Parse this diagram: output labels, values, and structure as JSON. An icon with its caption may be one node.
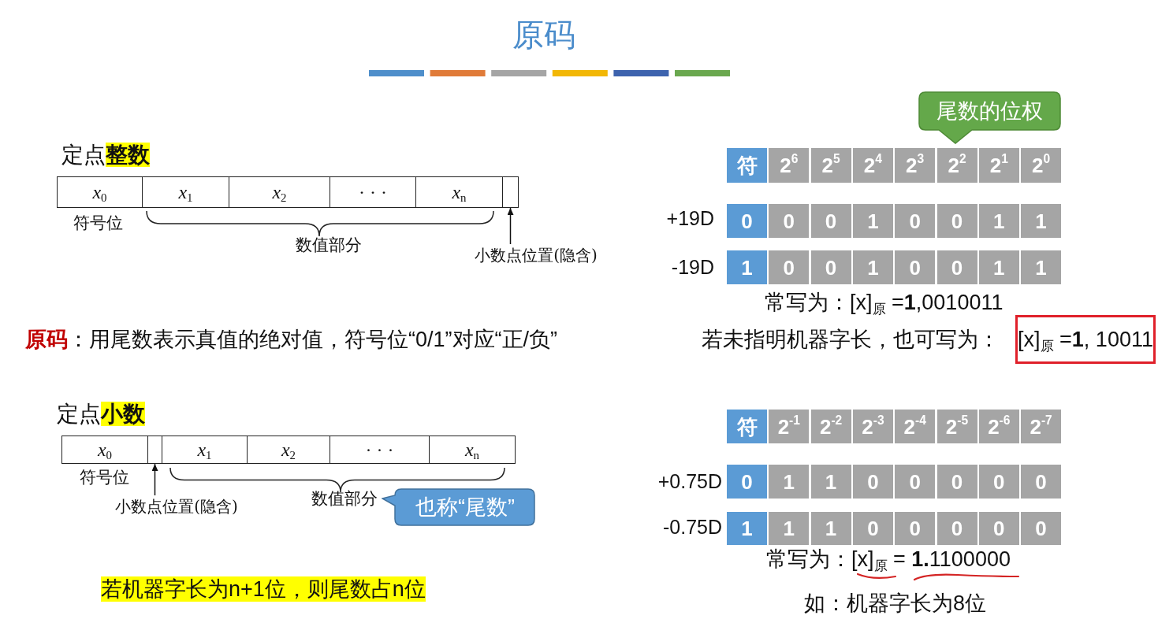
{
  "diagram": {
    "title": "原码",
    "nodes": [
      {
        "text": [
          "*x*$_{0}$"
        ],
        "beside": [
          "符号位"
        ]
      },
      {
        "text": [
          "*x*$_{1}$"
        ]
      },
      {
        "text": [
          "*x*$_{2}$"
        ]
      },
      {
        "text": [
          "· · ·"
        ]
      },
      {
        "text": [
          "*x*$_{n}$"
        ]
      },
      {
        "text": [],
        "shape": "box"
      },
      {
        "text": [
          "小数点位置(隐含)"
        ]
      },
      {
        "text": [
          "尾数的位权"
        ]
      },
      {
        "text": [
          "符"
        ]
      },
      {
        "text": [
          "2$^{6}$"
        ]
      },
      {
        "text": [
          "2$^{5}$"
        ]
      },
      {
        "text": [
          "2$^{4}$"
        ]
      },
      {
        "text": [
          "2$^{3}$"
        ]
      },
      {
        "text": [
          "2$^{2}$"
        ]
      },
      {
        "text": [
          "2$^{1}$"
        ]
      },
      {
        "text": [
          "2$^{0}$"
        ]
      },
      {
        "text": [
          "0"
        ]
      },
      {
        "text": [
          "0"
        ]
      },
      {
        "text": [
          "0"
        ]
      },
      {
        "text": [
          "1"
        ]
      },
      {
        "text": [
          "0"
        ]
      },
      {
        "text": [
          "0"
        ]
      },
      {
        "text": [
          "1"
        ]
      },
      {
        "text": [
          "1"
        ]
      },
      {
        "text": [
          "1"
        ]
      },
      {
        "text": [
          "0"
        ]
      },
      {
        "text": [
          "0"
        ]
      },
      {
        "text": [
          "1"
        ]
      },
      {
        "text": [
          "0"
        ]
      },
      {
        "text": [
          "0"
        ]
      },
      {
        "text": [
          "1"
        ]
      },
      {
        "text": [
          "1"
        ]
      },
      {
        "text": [
          "[x]$_{原}$ =**1**, 10011"
        ]
      },
      {
        "text": [
          "*x*$_{0}$"
        ],
        "beside": [
          "符号位"
        ]
      },
      {
        "text": [],
        "shape": "box"
      },
      {
        "text": [
          "*x*$_{1}$"
        ]
      },
      {
        "text": [
          "*x*$_{2}$"
        ]
      },
      {
        "text": [
          "· · ·"
        ]
      },
      {
        "text": [
          "*x*$_{n}$"
        ]
      },
      {
        "text": [
          "小数点位置(隐含)"
        ]
      },
      {
        "text": [
          "也称“尾数”"
        ]
      },
      {
        "text": [
          "符"
        ]
      },
      {
        "text": [
          "2$^{-1}$"
        ]
      },
      {
        "text": [
          "2$^{-2}$"
        ]
      },
      {
        "text": [
          "2$^{-3}$"
        ]
      },
      {
        "text": [
          "2$^{-4}$"
        ]
      },
      {
        "text": [
          "2$^{-5}$"
        ]
      },
      {
        "text": [
          "2$^{-6}$"
        ]
      },
      {
        "text": [
          "2$^{-7}$"
        ]
      },
      {
        "text": [
          "0"
        ]
      },
      {
        "text": [
          "1"
        ]
      },
      {
        "text": [
          "1"
        ]
      },
      {
        "text": [
          "0"
        ]
      },
      {
        "text": [
          "0"
        ]
      },
      {
        "text": [
          "0"
        ]
      },
      {
        "text": [
          "0"
        ]
      },
      {
        "text": [
          "0"
        ]
      },
      {
        "text": [
          "1"
        ]
      },
      {
        "text": [
          "1"
        ]
      },
      {
        "text": [
          "1"
        ]
      },
      {
        "text": [
          "0"
        ]
      },
      {
        "text": [
          "0"
        ]
      },
      {
        "text": [
          "0"
        ]
      },
      {
        "text": [
          "0"
        ]
      },
      {
        "text": [
          "0"
        ]
      }
    ],
    "edges": [
      {
        "from": 6,
        "to": 5,
        "arrow": "to"
      },
      {
        "from": 39,
        "to": 34,
        "arrow": "to"
      }
    ],
    "labels": [
      "定点**整数**",
      "+19D",
      "数值部分",
      "-19D",
      "常写为：[x]$_{原}$ =**1**,0010011",
      "**原码**：用尾数表示真值的绝对值，符号位“0/1”对应“正/负”",
      "若未指明机器字长，也可写为：",
      "定点**小数**",
      "+0.75D",
      "数值部分",
      "-0.75D",
      "常写为：[x]$_{原}$ = **1.**1100000",
      "若机器字长为n+1位，则尾数占n位",
      "如：机器字长为8位"
    ]
  }
}
